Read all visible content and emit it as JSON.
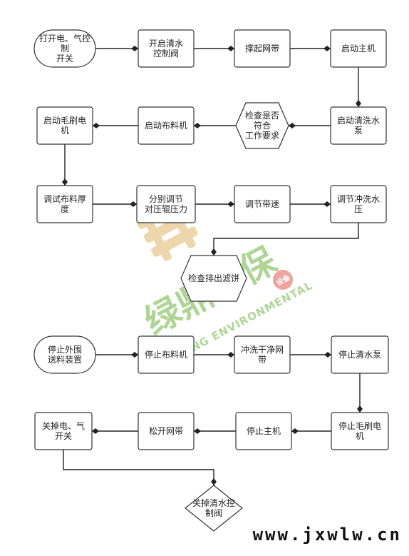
{
  "nodes": {
    "n_power_on": [
      "打开电、气控",
      "制",
      "开关"
    ],
    "n_open_valve": [
      "开启清水",
      "控制阀"
    ],
    "n_lift_belt": [
      "撑起网带"
    ],
    "n_start_main": [
      "启动主机"
    ],
    "n_start_brush": [
      "启动毛刷电",
      "机"
    ],
    "n_start_feeder": [
      "启动布料机"
    ],
    "n_check_meet": [
      "检查是否",
      "符合",
      "工作要求"
    ],
    "n_start_pump": [
      "启动清洗水",
      "泵"
    ],
    "n_adjust_thickness": [
      "调试布料厚",
      "度"
    ],
    "n_adjust_pressure": [
      "分别调节",
      "对压辊压力"
    ],
    "n_adjust_speed": [
      "调节带速"
    ],
    "n_adjust_wash": [
      "调节冲洗水",
      "压"
    ],
    "n_check_cake": [
      "检查排出滤饼"
    ],
    "n_stop_feeding": [
      "停止外围",
      "送料装置"
    ],
    "n_stop_feeder": [
      "停止布料机"
    ],
    "n_rinse_belt": [
      "冲洗干净网",
      "带"
    ],
    "n_stop_pump": [
      "停止清水泵"
    ],
    "n_power_off": [
      "关掉电、气",
      "开关"
    ],
    "n_loosen_belt": [
      "松开网带"
    ],
    "n_stop_main": [
      "停止主机"
    ],
    "n_stop_brush": [
      "停止毛刷电",
      "机"
    ],
    "n_close_valve": [
      "关掉清水控",
      "制阀"
    ]
  },
  "watermark": {
    "brand_cn": "绿鼎环保",
    "brand_en": "LVDING ENVIRONMENTAL",
    "badge": "设备"
  },
  "site_url": "www.jxwlw.cn",
  "colors": {
    "stroke": "#333333",
    "arrow": "#222222",
    "watermark_green": "#6db33f",
    "watermark_gold": "#e0b765",
    "watermark_red": "#e05a4e"
  }
}
